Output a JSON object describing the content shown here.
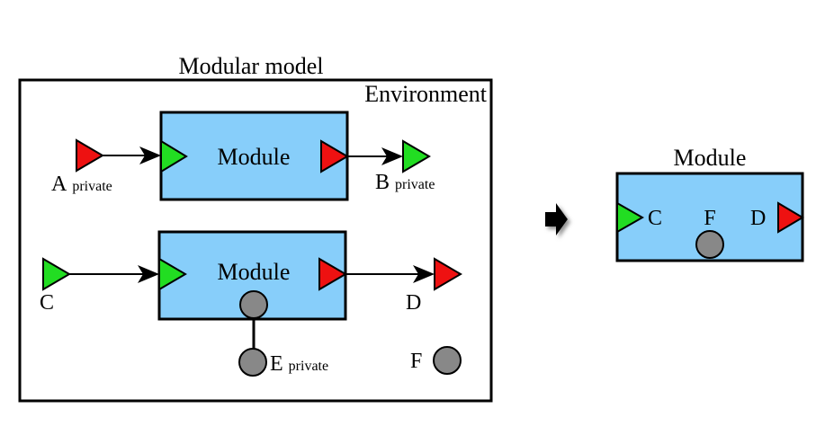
{
  "left": {
    "title": "Modular model",
    "environment_label": "Environment",
    "module_top": {
      "label": "Module"
    },
    "module_bottom": {
      "label": "Module"
    },
    "inputs": {
      "a": {
        "letter": "A",
        "sub": "private"
      },
      "b": {
        "letter": "B",
        "sub": "private"
      },
      "c": {
        "letter": "C"
      },
      "d": {
        "letter": "D"
      },
      "e": {
        "letter": "E",
        "sub": "private"
      },
      "f": {
        "letter": "F"
      }
    }
  },
  "right": {
    "title": "Module",
    "port_c": "C",
    "port_f": "F",
    "port_d": "D"
  },
  "colors": {
    "module_fill": "#87cefa",
    "input_green": "#22dd22",
    "output_red": "#ee1111",
    "shared_gray": "#888888"
  }
}
